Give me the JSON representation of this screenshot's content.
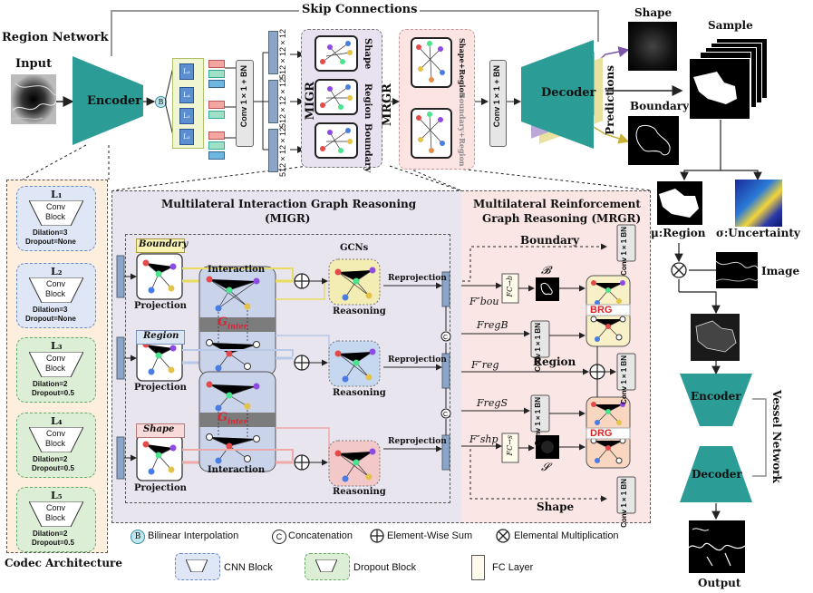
{
  "title": {
    "skip_connections": "Skip Connections",
    "region_network": "Region Network",
    "input": "Input",
    "encoder": "Encoder",
    "decoder": "Decoder",
    "predictions": "Predictions",
    "sample": "Sample",
    "shape": "Shape",
    "boundary": "Boundary",
    "conv_bn": "Conv 1×1 + BN",
    "dims": "512×12×12",
    "migr": "MIGR",
    "mrgr": "MRGR",
    "migr_shape": "Shape",
    "migr_region": "Region",
    "migr_boundary": "Boundary",
    "mrgr_top": "Shape+Region",
    "mrgr_bottom": "Boundary+Region",
    "conv_bn_2": "Conv 1×1 + BN",
    "bilinear_b": "B"
  },
  "encoder_layers": [
    "L₃",
    "L₄",
    "L₁",
    "L₂"
  ],
  "codec": {
    "label": "Codec Architecture",
    "blocks": [
      {
        "name": "L₁",
        "block": "Conv\nBlock",
        "dilation": "Dilation=3",
        "dropout": "Dropout=None"
      },
      {
        "name": "L₂",
        "block": "Conv\nBlock",
        "dilation": "Dilation=3",
        "dropout": "Dropout=None"
      },
      {
        "name": "L₃",
        "block": "Conv\nBlock",
        "dilation": "Dilation=2",
        "dropout": "Dropout=0.5"
      },
      {
        "name": "L₄",
        "block": "Conv\nBlock",
        "dilation": "Dilation=2",
        "dropout": "Dropout=0.5"
      },
      {
        "name": "L₅",
        "block": "Conv\nBlock",
        "dilation": "Dilation=2",
        "dropout": "Dropout=0.5"
      }
    ]
  },
  "migr_panel": {
    "title1": "Multilateral Interaction Graph Reasoning",
    "title2": "(MIGR)",
    "boundary": "Boundary",
    "region": "Region",
    "shape": "Shape",
    "projection": "Projection",
    "interaction": "Interaction",
    "ginter": "G",
    "ginter_sub": "inter",
    "gcns": "GCNs",
    "reasoning": "Reasoning",
    "reprojection": "Reprojection"
  },
  "mrgr_panel": {
    "title1": "Multilateral Reinforcement",
    "title2": "Graph Reasoning (MRGR)",
    "boundary": "Boundary",
    "region": "Region",
    "shape": "Shape",
    "f_bou": "F″bou",
    "f_reg": "F″reg",
    "f_shp": "F″shp",
    "f_regb": "FregB",
    "f_regs": "FregS",
    "fc_b": "FC→b",
    "fc_s": "FC→s",
    "cal_b": "𝓑",
    "cal_s": "𝓢",
    "brg": "BRG",
    "drg": "DRG",
    "conv_bn": "Conv 1×1 BN",
    "concat_c": "C"
  },
  "vessel": {
    "mu_region": "μ:Region",
    "sigma_uncert": "σ:Uncertainty",
    "image": "Image",
    "encoder": "Encoder",
    "decoder": "Decoder",
    "network": "Vessel Network",
    "output": "Output"
  },
  "legend": {
    "b_glyph": "B",
    "bilinear": "Bilinear Interpolation",
    "c_glyph": "C",
    "concat": "Concatenation",
    "sum": "Element-Wise Sum",
    "mult": "Elemental Multiplication",
    "cnn": "CNN Block",
    "dropout": "Dropout Block",
    "fc": "FC Layer"
  },
  "colors": {
    "teal": "#2c9c97",
    "codec_bg": "#fdeedd",
    "migr_bg": "#e8e4ef",
    "mrgr_bg": "#fbe6e6",
    "cnn_blue": "#dfe6f6",
    "dropout_green": "#dcefd6"
  }
}
